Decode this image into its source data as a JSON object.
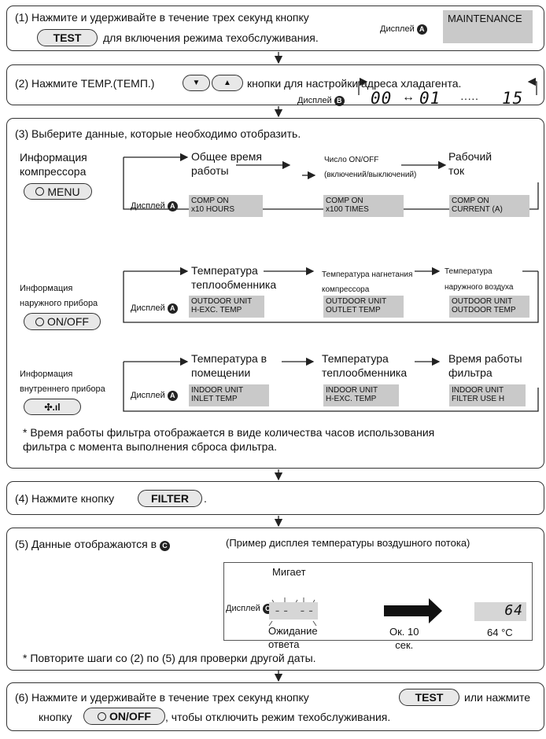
{
  "step1": {
    "line1": "(1)  Нажмите и удерживайте в течение трех секунд кнопку",
    "test_button": "TEST",
    "line2": "для включения режима техобслуживания.",
    "display_label": "Дисплей",
    "badge": "A",
    "screen": "MAINTENANCE"
  },
  "step2": {
    "text_a": "(2)  Нажмите TEMP.(ТЕМП.)",
    "down_symbol": "▼",
    "up_symbol": "▲",
    "text_b": "кнопки для настройки адреса хладагента.",
    "display_label": "Дисплей",
    "badge": "B",
    "addr_first": "00",
    "swap_symbol": "↔",
    "addr_second": "01",
    "dots": "·····",
    "addr_last": "15"
  },
  "step3": {
    "title": "(3)  Выберите данные, которые необходимо отобразить.",
    "row1": {
      "category": "Информация\nкомпрессора",
      "button": "MENU",
      "display_label": "Дисплей",
      "badge": "A",
      "col1_label": "Общее время\nработы",
      "col1_screen": "COMP ON\nx10 HOURS",
      "col2_label": "Число ON/OFF\n(включений/выключений)",
      "col2_screen": "COMP ON\nx100 TIMES",
      "col3_label": "Рабочий\nток",
      "col3_screen": "COMP ON\nCURRENT (A)"
    },
    "row2": {
      "category": "Информация\nнаружного прибора",
      "button": "ON/OFF",
      "display_label": "Дисплей",
      "badge": "A",
      "col1_label": "Температура\nтеплообменника",
      "col1_screen": "OUTDOOR UNIT\nH-EXC. TEMP",
      "col2_label": "Температура нагнетания\nкомпрессора",
      "col2_screen": "OUTDOOR UNIT\nOUTLET TEMP",
      "col3_label": "Температура\nнаружного воздуха",
      "col3_screen": "OUTDOOR UNIT\nOUTDOOR TEMP"
    },
    "row3": {
      "category": "Информация\nвнутреннего прибора",
      "display_label": "Дисплей",
      "badge": "A",
      "col1_label": "Температура в\nпомещении",
      "col1_screen": "INDOOR UNIT\nINLET TEMP",
      "col2_label": "Температура\nтеплообменника",
      "col2_screen": "INDOOR UNIT\nH-EXC. TEMP",
      "col3_label": "Время работы\nфильтра",
      "col3_screen": "INDOOR UNIT\nFILTER USE H"
    },
    "note": "*  Время работы фильтра отображается в виде количества часов использования\n   фильтра с момента выполнения сброса фильтра."
  },
  "step4": {
    "text": "(4)  Нажмите кнопку",
    "button": "FILTER",
    "end": "."
  },
  "step5": {
    "text": "(5)  Данные отображаются в",
    "badge": "C",
    "example": "(Пример дисплея температуры воздушного потока)",
    "display_label": "Дисплей",
    "blink_label": "Мигает",
    "blink_screen": "-- --",
    "waiting": "Ожидание\nответа",
    "approx": "Ок. 10\nсек.",
    "value_screen": "64",
    "value_text": "64 °C",
    "note": "*  Повторите шаги со (2) по (5) для проверки другой даты."
  },
  "step6": {
    "text_a": "(6)  Нажмите и удерживайте в течение трех секунд кнопку",
    "test_button": "TEST",
    "text_b": "или нажмите",
    "text_c": "кнопку",
    "onoff_button": "ON/OFF",
    "text_d": ", чтобы отключить режим техобслуживания."
  }
}
